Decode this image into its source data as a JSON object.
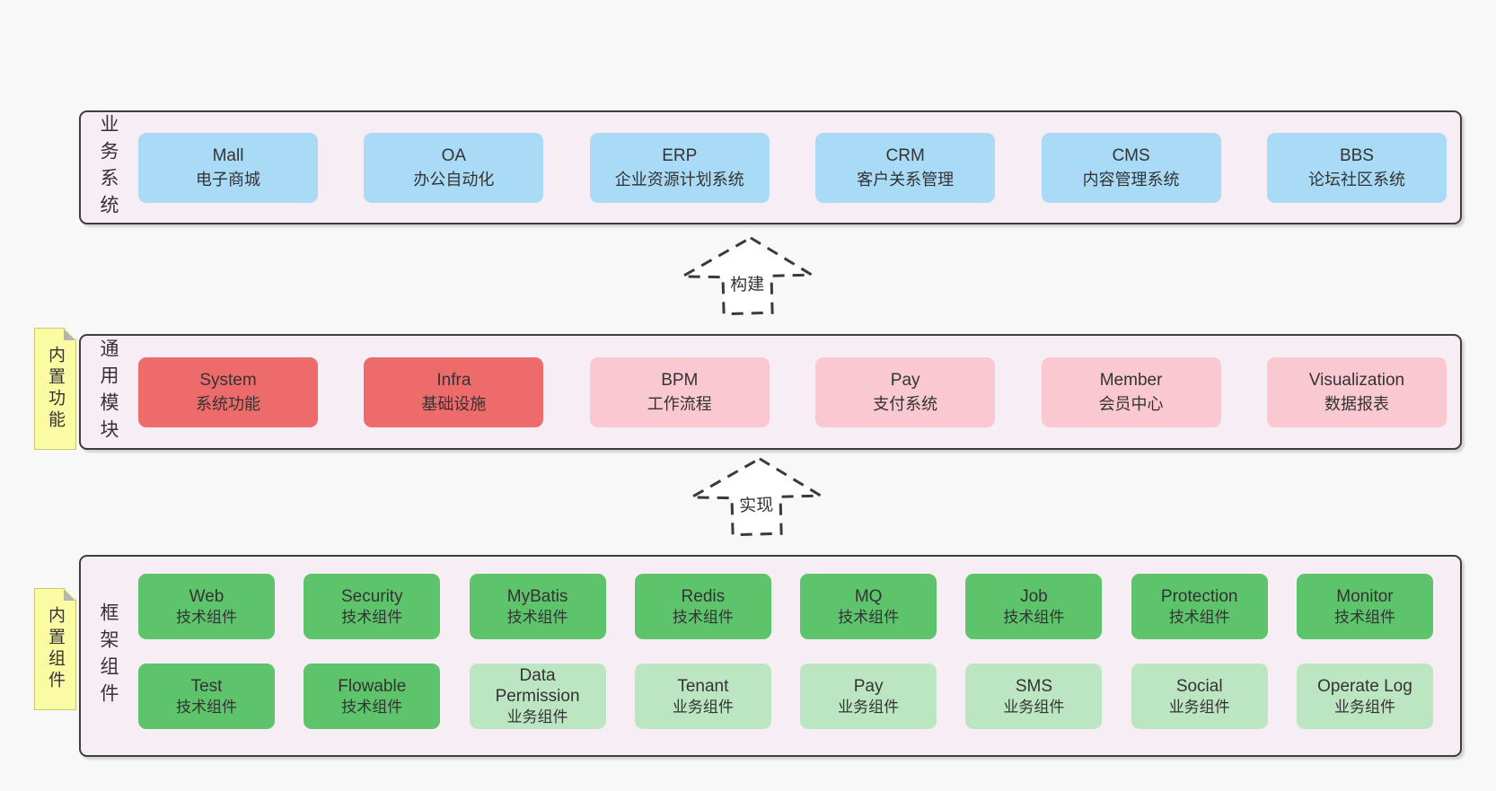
{
  "palette": {
    "page_bg": "#f8f8f8",
    "layer_bg": "#f7edf5",
    "layer_border": "#3d3d3d",
    "blue": "#a9daf6",
    "red": "#ee6b6b",
    "pink": "#fac8d0",
    "green": "#5ec46c",
    "light_green": "#bce6c2",
    "note_yellow": "#fbfba3",
    "text": "#333333"
  },
  "layers": {
    "business": {
      "label": "业务系统",
      "boxes": [
        {
          "name": "Mall",
          "subtitle": "电子商城"
        },
        {
          "name": "OA",
          "subtitle": "办公自动化"
        },
        {
          "name": "ERP",
          "subtitle": "企业资源计划系统"
        },
        {
          "name": "CRM",
          "subtitle": "客户关系管理"
        },
        {
          "name": "CMS",
          "subtitle": "内容管理系统"
        },
        {
          "name": "BBS",
          "subtitle": "论坛社区系统"
        }
      ]
    },
    "modules": {
      "label": "通用模块",
      "note": "内置功能",
      "boxes": [
        {
          "name": "System",
          "subtitle": "系统功能"
        },
        {
          "name": "Infra",
          "subtitle": "基础设施"
        },
        {
          "name": "BPM",
          "subtitle": "工作流程"
        },
        {
          "name": "Pay",
          "subtitle": "支付系统"
        },
        {
          "name": "Member",
          "subtitle": "会员中心"
        },
        {
          "name": "Visualization",
          "subtitle": "数据报表"
        }
      ]
    },
    "components": {
      "label": "框架组件",
      "note": "内置组件",
      "row1": [
        {
          "name": "Web",
          "subtitle": "技术组件"
        },
        {
          "name": "Security",
          "subtitle": "技术组件"
        },
        {
          "name": "MyBatis",
          "subtitle": "技术组件"
        },
        {
          "name": "Redis",
          "subtitle": "技术组件"
        },
        {
          "name": "MQ",
          "subtitle": "技术组件"
        },
        {
          "name": "Job",
          "subtitle": "技术组件"
        },
        {
          "name": "Protection",
          "subtitle": "技术组件"
        },
        {
          "name": "Monitor",
          "subtitle": "技术组件"
        }
      ],
      "row2": [
        {
          "name": "Test",
          "subtitle": "技术组件"
        },
        {
          "name": "Flowable",
          "subtitle": "技术组件"
        },
        {
          "name": "Data Permission",
          "subtitle": "业务组件"
        },
        {
          "name": "Tenant",
          "subtitle": "业务组件"
        },
        {
          "name": "Pay",
          "subtitle": "业务组件"
        },
        {
          "name": "SMS",
          "subtitle": "业务组件"
        },
        {
          "name": "Social",
          "subtitle": "业务组件"
        },
        {
          "name": "Operate Log",
          "subtitle": "业务组件"
        }
      ]
    }
  },
  "arrows": {
    "build": {
      "label": "构建"
    },
    "implement": {
      "label": "实现"
    }
  }
}
